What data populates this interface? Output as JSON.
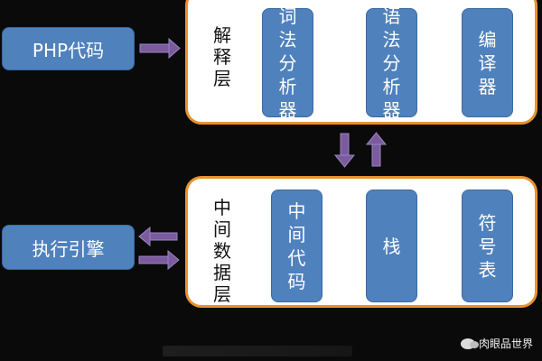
{
  "inputs": {
    "php_code": "PHP代码",
    "exec_engine": "执行引擎"
  },
  "interpret_layer": {
    "label": "解释层",
    "modules": [
      "词法分析器",
      "语法分析器",
      "编译器"
    ]
  },
  "middle_layer": {
    "label": "中间数据层",
    "modules": [
      "中间代码",
      "栈",
      "符号表"
    ]
  },
  "watermark": "肉眼品世界",
  "colors": {
    "module": "#4f81bd",
    "border": "#e8922e",
    "arrow": "#7b5a9e"
  }
}
